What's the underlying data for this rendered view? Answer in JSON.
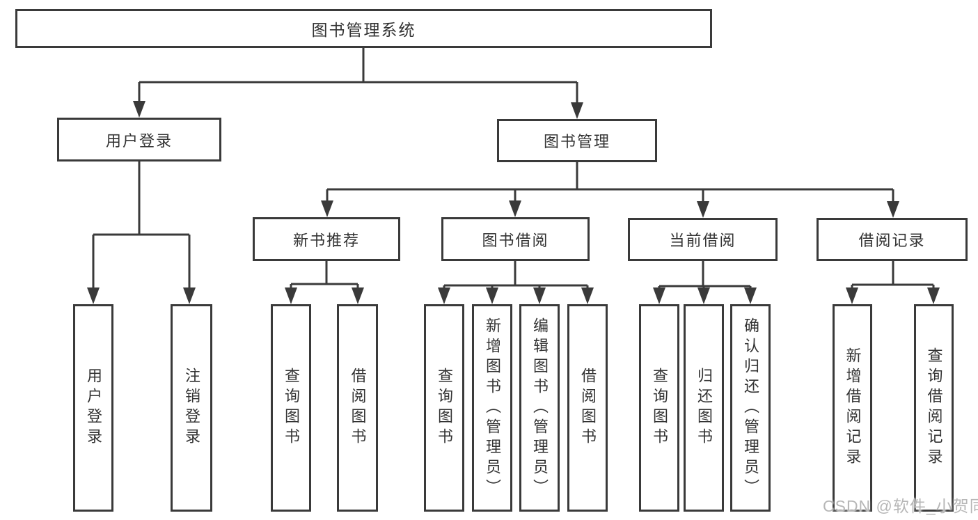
{
  "diagram": {
    "root": {
      "label": "图书管理系统"
    },
    "level2": [
      {
        "label": "用户登录"
      },
      {
        "label": "图书管理"
      }
    ],
    "level3": [
      {
        "label": "新书推荐"
      },
      {
        "label": "图书借阅"
      },
      {
        "label": "当前借阅"
      },
      {
        "label": "借阅记录"
      }
    ],
    "leaves": {
      "user_login": [
        {
          "label": "用户登录"
        },
        {
          "label": "注销登录"
        }
      ],
      "new_book": [
        {
          "label": "查询图书"
        },
        {
          "label": "借阅图书"
        }
      ],
      "book_borrow": [
        {
          "label": "查询图书"
        },
        {
          "label": "新增图书（管理员）"
        },
        {
          "label": "编辑图书（管理员）"
        },
        {
          "label": "借阅图书"
        }
      ],
      "current_borrow": [
        {
          "label": "查询图书"
        },
        {
          "label": "归还图书"
        },
        {
          "label": "确认归还（管理员）"
        }
      ],
      "borrow_record": [
        {
          "label": "新增借阅记录"
        },
        {
          "label": "查询借阅记录"
        }
      ]
    }
  },
  "watermark": {
    "text": "CSDN @软件_小贺同学"
  },
  "colors": {
    "line": "#3a3a3a",
    "text": "#333333",
    "watermark": "#b7b7b7",
    "background": "#ffffff"
  }
}
